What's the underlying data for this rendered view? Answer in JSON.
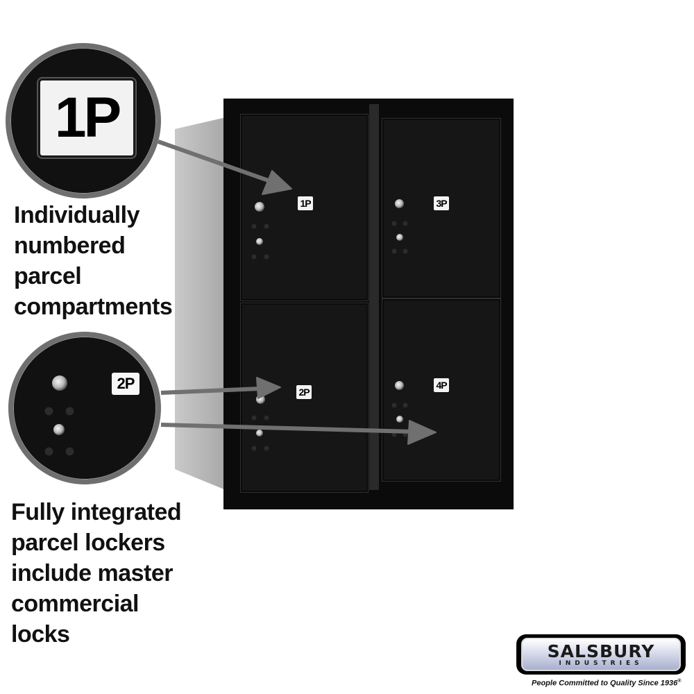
{
  "callout_top": {
    "label": "1P",
    "caption_lines": [
      "Individually",
      "numbered",
      "parcel",
      "compartments"
    ]
  },
  "callout_bottom": {
    "label": "2P",
    "caption_lines": [
      "Fully integrated",
      "parcel lockers",
      "include master",
      "commercial locks"
    ]
  },
  "compartments": [
    {
      "label": "1P"
    },
    {
      "label": "3P"
    },
    {
      "label": "2P"
    },
    {
      "label": "4P"
    }
  ],
  "brand": {
    "name": "SALSBURY",
    "sub": "INDUSTRIES",
    "tagline": "People Committed to Quality Since 1936",
    "registered_mark": "®"
  },
  "colors": {
    "mailbox_finish": "#111111",
    "side_panel": "#b8b8b8",
    "arrow": "#707070"
  }
}
